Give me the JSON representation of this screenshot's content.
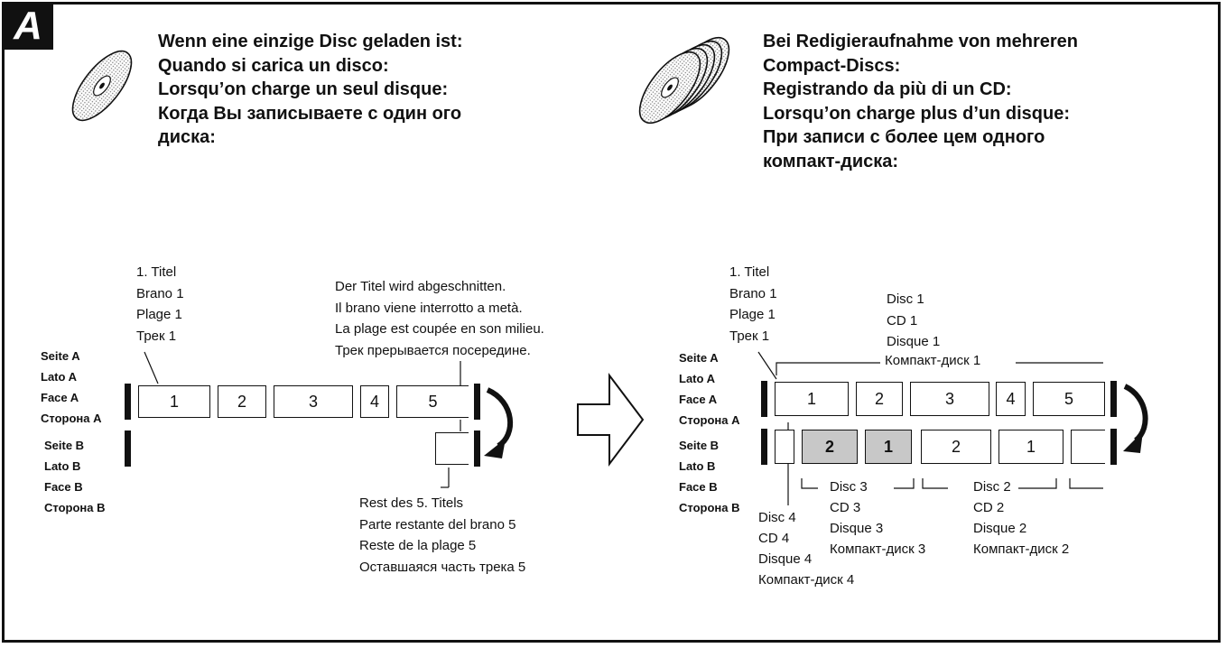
{
  "badge": "A",
  "single": {
    "header": [
      "Wenn eine einzige Disc geladen ist:",
      "Quando si carica un disco:",
      "Lorsqu’on charge un seul disque:",
      "Когда Вы записываете с один ого",
      "диска:"
    ],
    "first_track": [
      "1. Titel",
      "Brano 1",
      "Plage 1",
      "Трек 1"
    ],
    "cut_note": [
      "Der Titel wird abgeschnitten.",
      "Il brano viene interrotto a metà.",
      "La plage est coupée en son milieu.",
      "Трек прерывается посередине."
    ],
    "rest_note": [
      "Rest des 5. Titels",
      "Parte restante del brano 5",
      "Reste de la plage 5",
      "Оставшаяся часть трека 5"
    ],
    "side_a_label": [
      "Seite A",
      "Lato A",
      "Face A",
      "Сторона A"
    ],
    "side_b_label": [
      "Seite B",
      "Lato B",
      "Face B",
      "Сторона B"
    ],
    "tracks": [
      "1",
      "2",
      "3",
      "4",
      "5"
    ]
  },
  "multiple": {
    "header": [
      "Bei Redigieraufnahme von mehreren",
      "Compact-Discs:",
      "Registrando da più di un CD:",
      "Lorsqu’on charge plus d’un disque:",
      "При записи с более цем одного",
      "компакт-диска:"
    ],
    "first_track": [
      "1. Titel",
      "Brano 1",
      "Plage 1",
      "Трек 1"
    ],
    "disc1": [
      "Disc 1",
      "CD 1",
      "Disque 1"
    ],
    "disc1_bracket": "Компакт-диск 1",
    "side_a_label": [
      "Seite A",
      "Lato A",
      "Face A",
      "Сторона A"
    ],
    "side_b_label": [
      "Seite B",
      "Lato B",
      "Face B",
      "Сторона B"
    ],
    "tracks_a": [
      "1",
      "2",
      "3",
      "4",
      "5"
    ],
    "tracks_b": [
      "2",
      "1",
      "2",
      "1"
    ],
    "disc3": [
      "Disc 3",
      "CD 3",
      "Disque 3",
      "Компакт-диск 3"
    ],
    "disc2": [
      "Disc 2",
      "CD 2",
      "Disque 2",
      "Компакт-диск 2"
    ],
    "disc4": [
      "Disc 4",
      "CD 4",
      "Disque 4",
      "Компакт-диск 4"
    ]
  }
}
